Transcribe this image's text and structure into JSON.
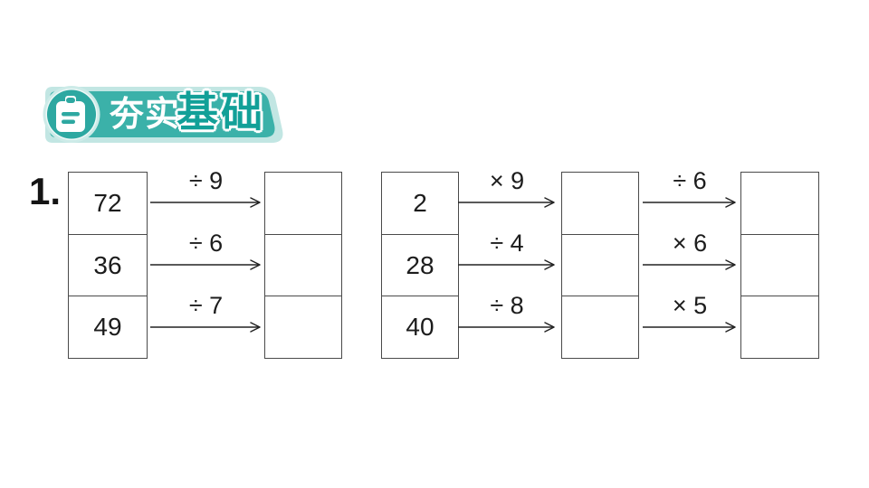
{
  "colors": {
    "teal": "#3bb1a9",
    "teal_dark": "#2da8a1",
    "teal_light": "#c2e6e3",
    "ink": "#1c1c1c"
  },
  "header": {
    "icon": "clipboard-icon",
    "title_regular": "夯实",
    "title_emphasis": "基础"
  },
  "problem": {
    "number": "1.",
    "flows": [
      {
        "inputs": [
          "72",
          "36",
          "49"
        ],
        "steps": [
          {
            "operations": [
              "÷ 9",
              "÷ 6",
              "÷ 7"
            ],
            "results": [
              "",
              "",
              ""
            ]
          }
        ]
      },
      {
        "inputs": [
          "2",
          "28",
          "40"
        ],
        "steps": [
          {
            "operations": [
              "× 9",
              "÷ 4",
              "÷ 8"
            ],
            "results": [
              "",
              "",
              ""
            ]
          },
          {
            "operations": [
              "÷ 6",
              "× 6",
              "× 5"
            ],
            "results": [
              "",
              "",
              ""
            ]
          }
        ]
      }
    ]
  }
}
